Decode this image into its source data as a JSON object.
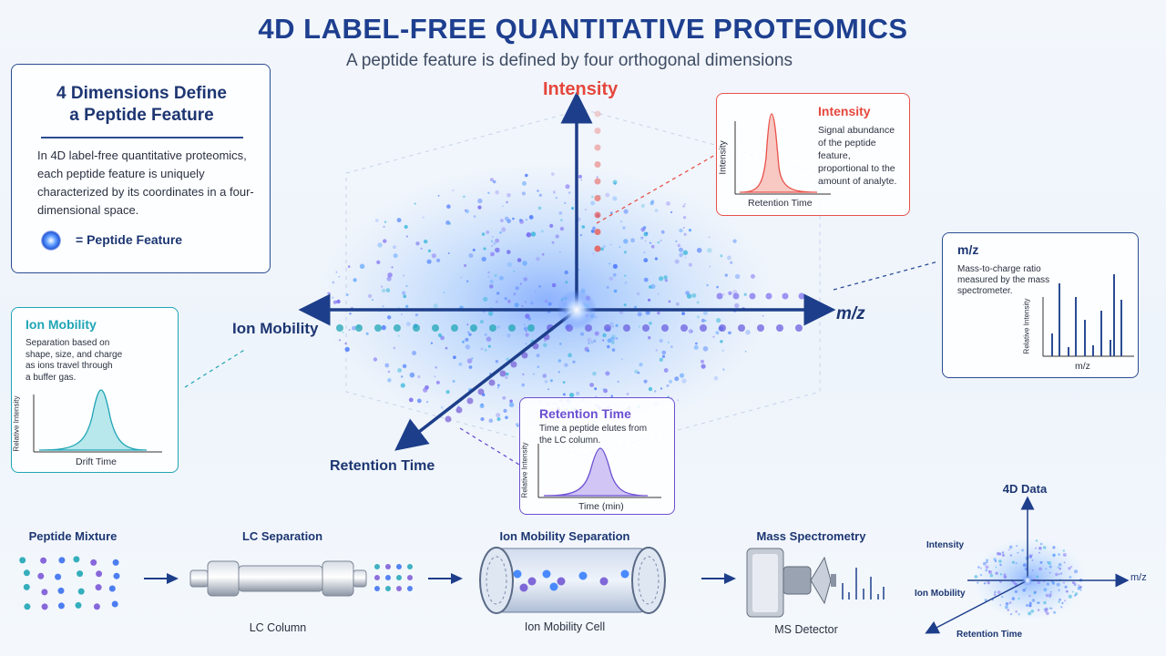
{
  "header": {
    "title": "4D LABEL-FREE QUANTITATIVE PROTEOMICS",
    "subtitle": "A peptide feature is defined by four orthogonal dimensions"
  },
  "definition": {
    "title_line1": "4 Dimensions Define",
    "title_line2": "a Peptide Feature",
    "body": "In 4D label-free quantitative proteomics, each peptide feature is uniquely characterized by its coordinates in a four-dimensional space.",
    "legend_label": "= Peptide Feature"
  },
  "axes": {
    "intensity": "Intensity",
    "mz": "m/z",
    "ion_mobility": "Ion Mobility",
    "retention_time": "Retention Time"
  },
  "cards": {
    "intensity": {
      "title": "Intensity",
      "text": [
        "Signal abundance",
        "of the peptide feature,",
        "proportional to the",
        "amount of analyte."
      ],
      "xlabel": "Retention Time",
      "ylabel": "Intensity",
      "color": "#e8514a"
    },
    "mz": {
      "title": "m/z",
      "text": [
        "Mass-to-charge ratio",
        "measured by the mass",
        "spectrometer."
      ],
      "xlabel": "m/z",
      "ylabel": "Relative Intensity",
      "color": "#2b4c93"
    },
    "ion_mobility": {
      "title": "Ion Mobility",
      "text": [
        "Separation based on",
        "shape, size, and charge",
        "as ions travel through",
        "a buffer gas."
      ],
      "xlabel": "Drift Time",
      "ylabel": "Relative Intensity",
      "color": "#1fa5b5"
    },
    "retention_time": {
      "title": "Retention Time",
      "text": [
        "Time a peptide elutes from",
        "the LC column."
      ],
      "xlabel": "Time (min)",
      "ylabel": "Relative Intensity",
      "color": "#6b4fd1"
    }
  },
  "workflow": {
    "steps": [
      {
        "title": "Peptide Mixture",
        "sub": ""
      },
      {
        "title": "LC Separation",
        "sub": "LC Column"
      },
      {
        "title": "Ion Mobility Separation",
        "sub": "Ion Mobility Cell"
      },
      {
        "title": "Mass Spectrometry",
        "sub": "MS Detector"
      },
      {
        "title": "4D Data",
        "sub": ""
      }
    ],
    "mini_axes": {
      "intensity": "Intensity",
      "mz": "m/z",
      "ion_mobility": "Ion Mobility",
      "retention_time": "Retention Time"
    }
  }
}
